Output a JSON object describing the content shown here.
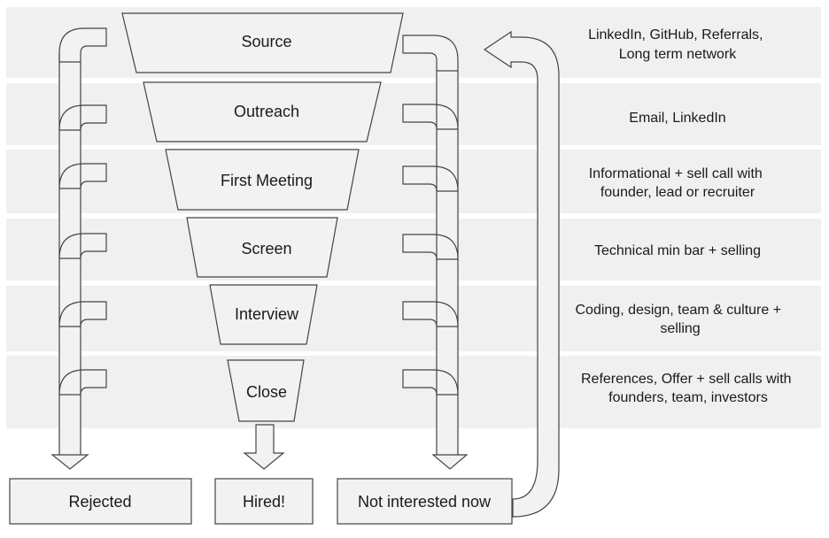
{
  "stages": [
    {
      "label": "Source",
      "note": [
        "LinkedIn, GitHub, Referrals,",
        "Long term network"
      ]
    },
    {
      "label": "Outreach",
      "note": [
        "Email, LinkedIn"
      ]
    },
    {
      "label": "First Meeting",
      "note": [
        "Informational + sell call with",
        "founder, lead or recruiter"
      ]
    },
    {
      "label": "Screen",
      "note": [
        "Technical min bar + selling"
      ]
    },
    {
      "label": "Interview",
      "note": [
        "Coding, design, team & culture +",
        "selling"
      ]
    },
    {
      "label": "Close",
      "note": [
        "References, Offer + sell calls with",
        "founders, team, investors"
      ]
    }
  ],
  "outcomes": {
    "rejected": "Rejected",
    "hired": "Hired!",
    "not_interested": "Not interested now"
  },
  "colors": {
    "band": "#f0f0f0",
    "shape_fill": "#f2f2f2",
    "stroke": "#444444"
  }
}
